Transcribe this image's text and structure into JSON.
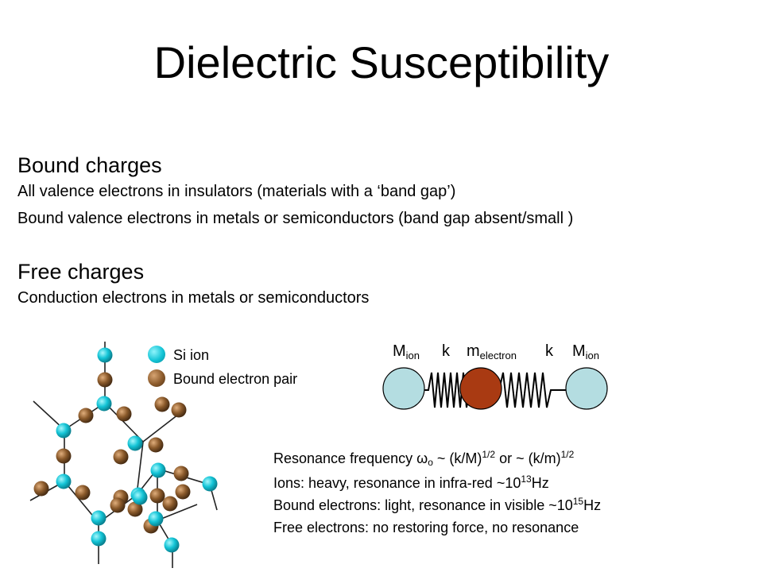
{
  "title": "Dielectric Susceptibility",
  "bound": {
    "heading": "Bound charges",
    "lines": [
      "All valence electrons in insulators (materials with a ‘band gap’)",
      "Bound valence electrons in metals or semiconductors (band gap absent/small )"
    ]
  },
  "free": {
    "heading": "Free charges",
    "lines": [
      "Conduction electrons in metals or semiconductors"
    ]
  },
  "legend": {
    "si_ion": "Si ion",
    "bound_pair": "Bound electron pair",
    "colors": {
      "si_ion": "#13c4d6",
      "bound_pair": "#8b5a2b"
    }
  },
  "spring": {
    "m_ion": "M",
    "m_ion_sub": "ion",
    "k": "k",
    "m_electron": "m",
    "m_electron_sub": "electron",
    "colors": {
      "ion": "#b4dde1",
      "electron": "#a93a12"
    }
  },
  "resonance": {
    "l1_pre": "Resonance frequency ",
    "omega": "ω",
    "omega_sub": "o",
    "l1_mid": " ~ (k/M)",
    "exp": "1/2",
    "l1_or": " or ~ (k/m)",
    "l2_pre": "Ions: heavy, resonance in infra-red ~10",
    "l2_exp": "13",
    "l2_post": "Hz",
    "l3_pre": "Bound electrons: light, resonance in visible ~10",
    "l3_exp": "15",
    "l3_post": "Hz",
    "l4": "Free electrons: no restoring force, no resonance"
  }
}
